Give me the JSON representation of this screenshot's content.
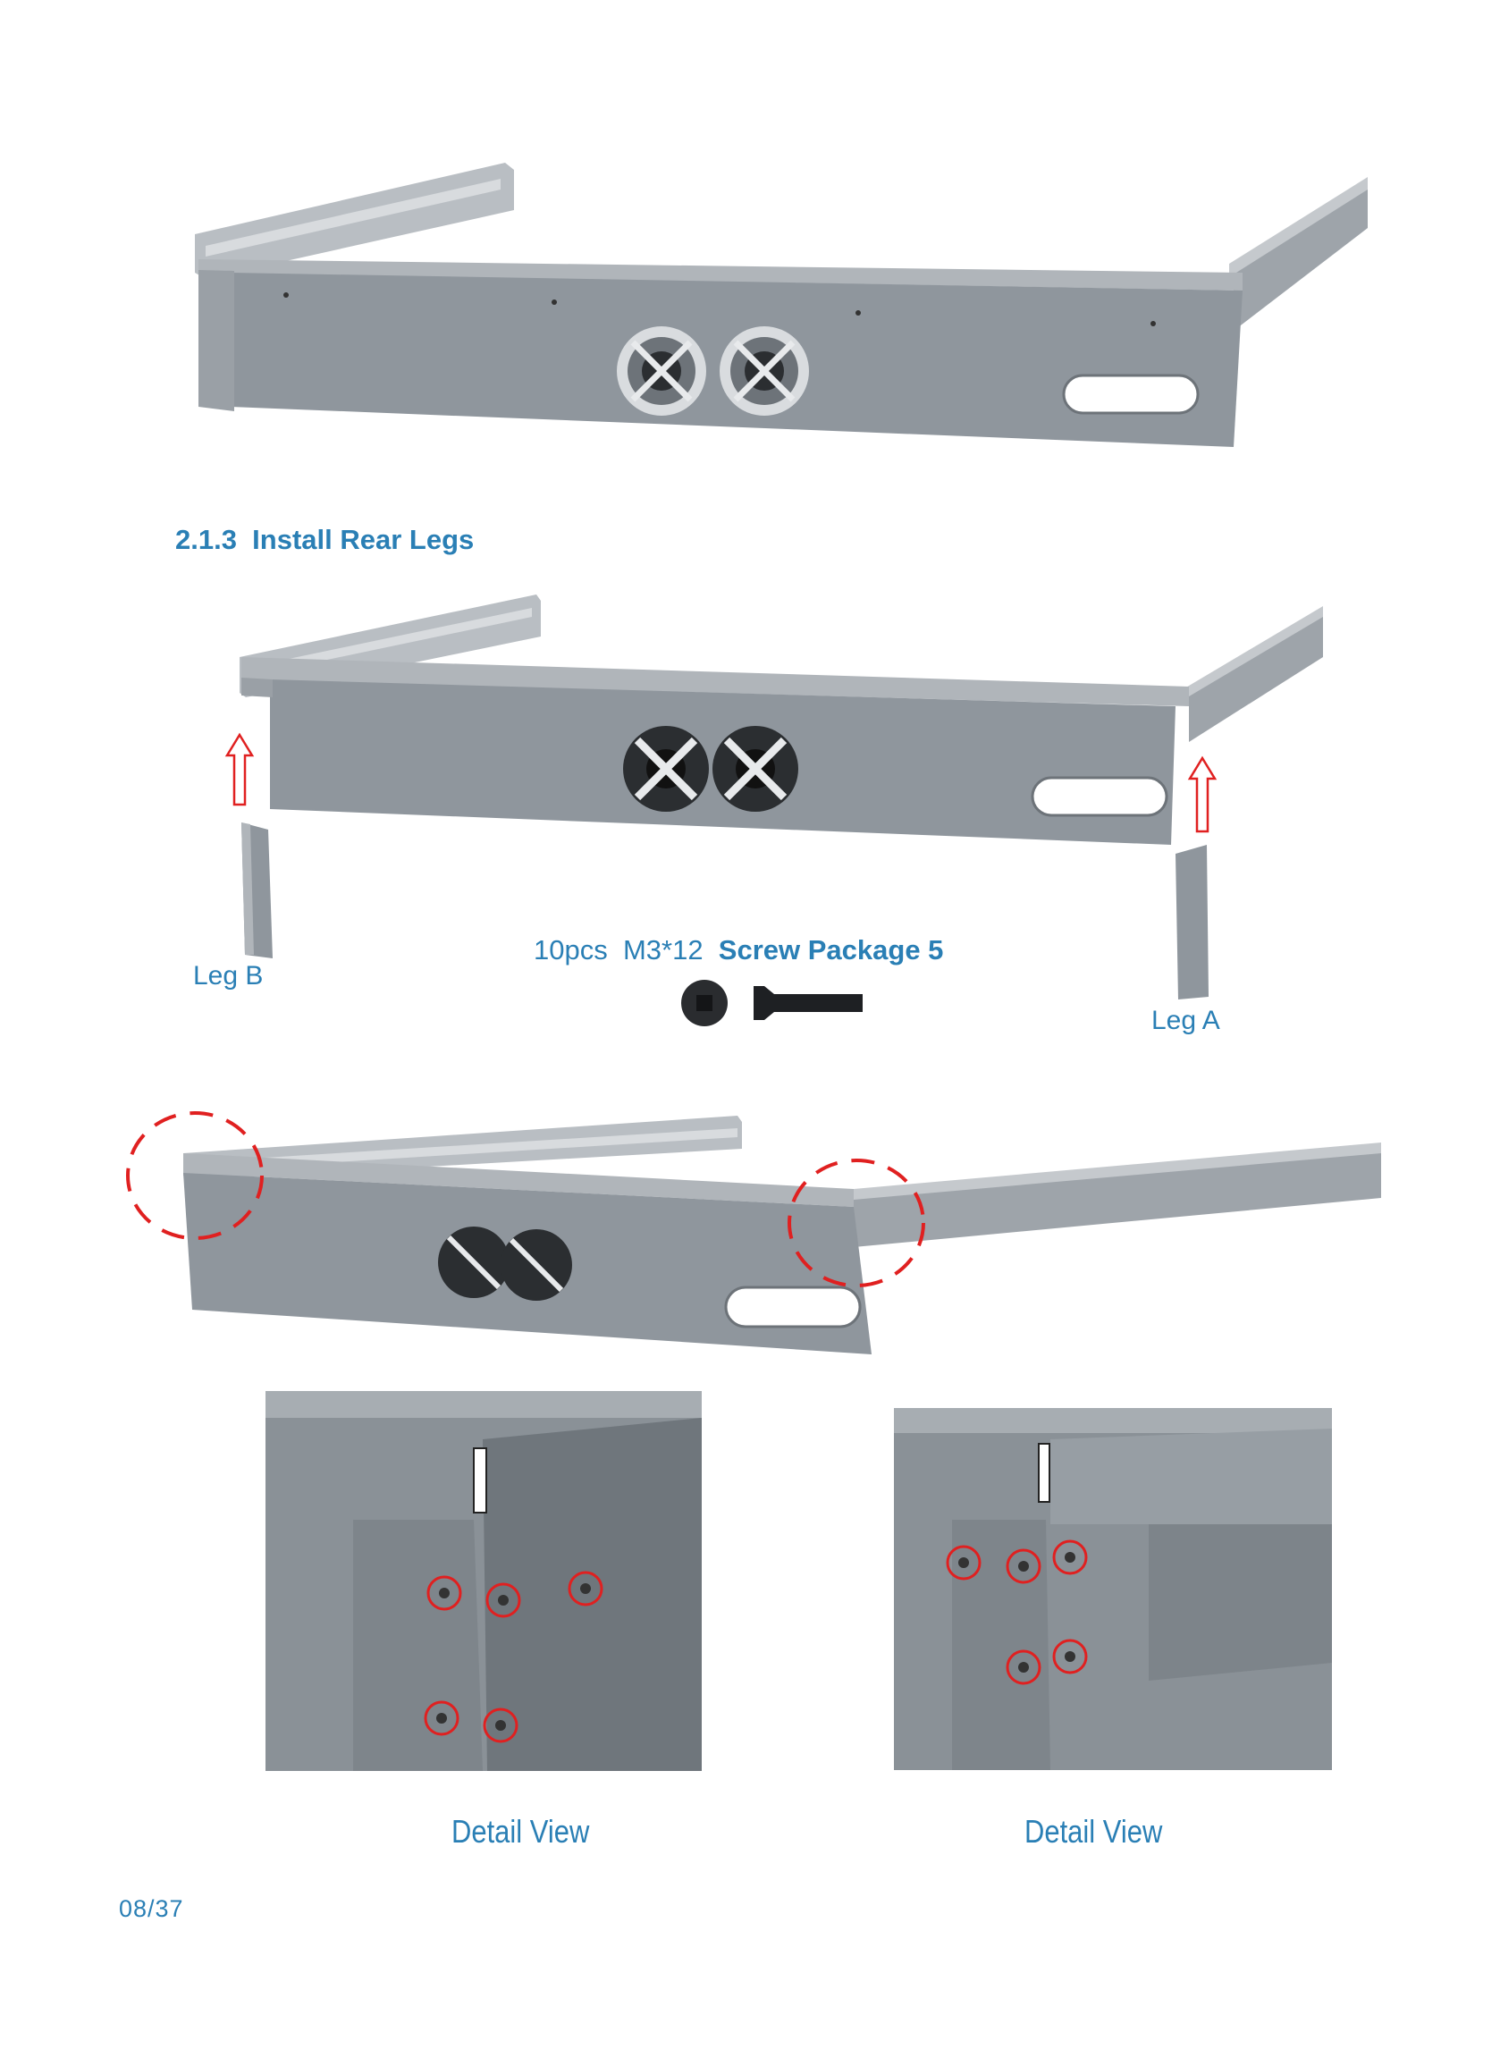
{
  "section": {
    "heading": "2.1.3  Install Rear Legs"
  },
  "parts": {
    "leg_b": "Leg B",
    "leg_a": "Leg A"
  },
  "screws": {
    "quantity_spec": "10pcs  M3*12  ",
    "package": "Screw Package 5"
  },
  "details": {
    "left_caption": "Detail View",
    "right_caption": "Detail View"
  },
  "footer": {
    "page_number": "08/37"
  },
  "colors": {
    "text_blue": "#2a7fb5",
    "metal": "#8e959c",
    "callout_red": "#e02020"
  }
}
